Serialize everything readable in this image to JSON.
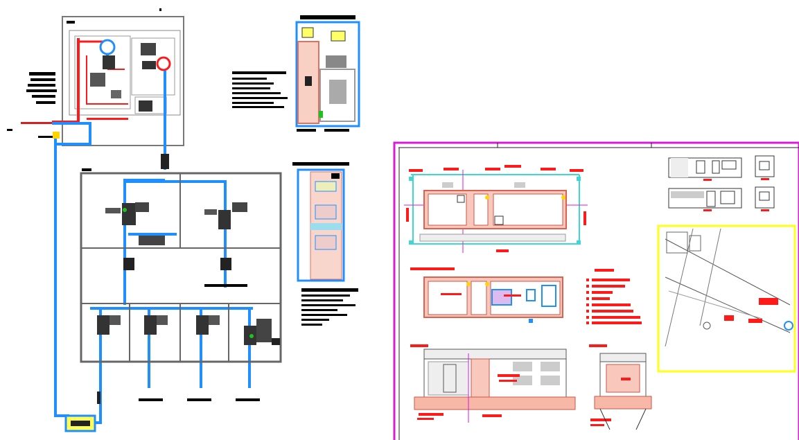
{
  "drawing": {
    "title": "",
    "colors": {
      "background": "#ffffff",
      "line_black": "#1a1a1a",
      "blue_pipe": "#1f8fff",
      "red_pipe": "#ff1a1a",
      "sheet_border": "#d91ad9",
      "map_frame": "#ffff1a",
      "wall_fill": "#f4b6a6",
      "cyan_axis": "#3fd6d6",
      "yellow_marker": "#ffd400"
    },
    "icons": [
      "schematic-diagram",
      "floor-plan",
      "elevation-view",
      "site-map"
    ]
  }
}
